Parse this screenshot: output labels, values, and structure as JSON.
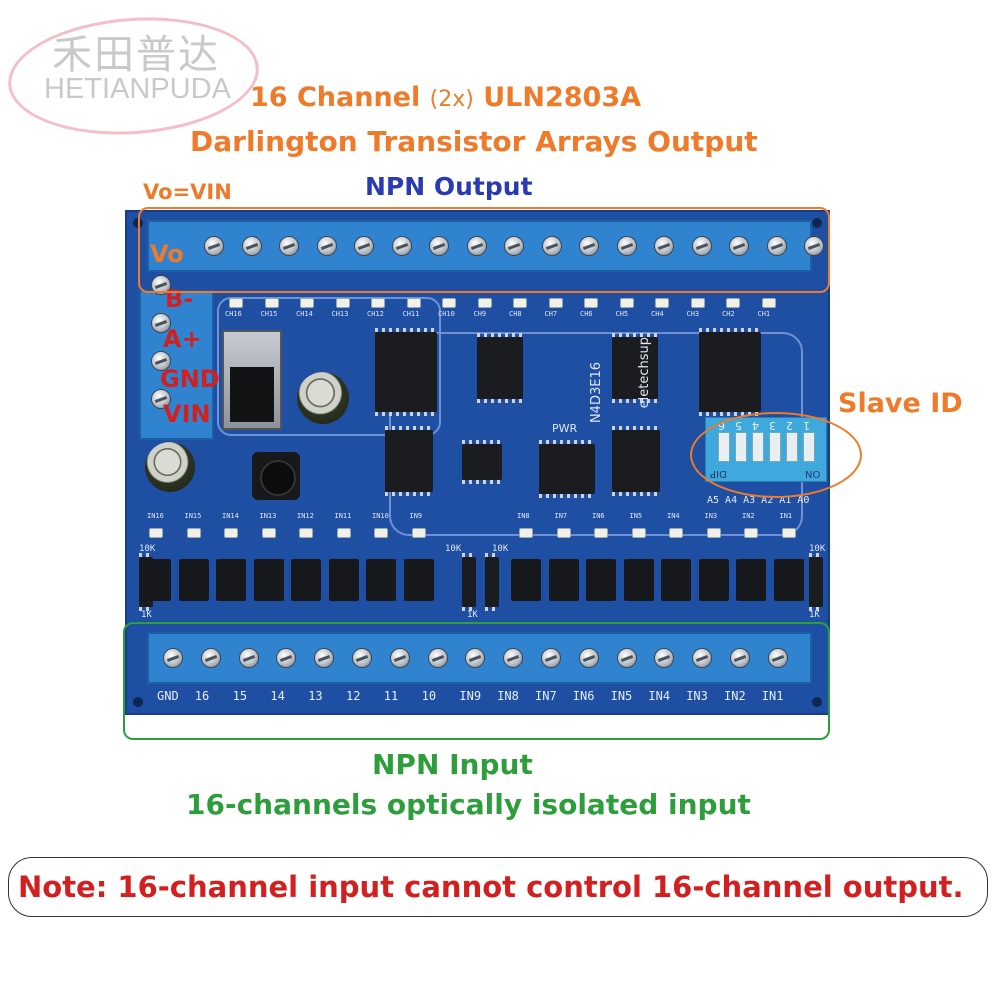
{
  "watermark": {
    "cn": "禾田普达",
    "en": "HETIANPUDA"
  },
  "title": {
    "line1_a": "16 Channel",
    "line1_b": "(2x)",
    "line1_c": "ULN2803A",
    "line2": "Darlington Transistor Arrays Output"
  },
  "labels": {
    "vo_vin": "Vo=VIN",
    "npn_output": "NPN Output",
    "slave_id": "Slave ID",
    "npn_input": "NPN Input",
    "isolated": "16-channels optically isolated input",
    "note": "Note: 16-channel input cannot control 16-channel output."
  },
  "power_terms": [
    "Vo",
    "B-",
    "A+",
    "GND",
    "VIN"
  ],
  "board_text": {
    "brand": "eletechsup",
    "model": "N4D3E16",
    "pwr": "PWR",
    "dip": "DIP",
    "on": "ON"
  },
  "dip_numbers": [
    "6",
    "5",
    "4",
    "3",
    "2",
    "1"
  ],
  "dip_addr": "A5 A4 A3 A2 A1 A0",
  "output_channels": [
    "CH16",
    "CH15",
    "CH14",
    "CH13",
    "CH12",
    "CH11",
    "CH10",
    "CH9",
    "CH8",
    "CH7",
    "CH6",
    "CH5",
    "CH4",
    "CH3",
    "CH2",
    "CH1"
  ],
  "input_leds": [
    "IN16",
    "IN15",
    "IN14",
    "IN13",
    "IN12",
    "IN11",
    "IN10",
    "IN9",
    "IN8",
    "IN7",
    "IN6",
    "IN5",
    "IN4",
    "IN3",
    "IN2",
    "IN1"
  ],
  "input_terms": [
    "GND",
    "16",
    "15",
    "14",
    "13",
    "12",
    "11",
    "10",
    "IN9",
    "IN8",
    "IN7",
    "IN6",
    "IN5",
    "IN4",
    "IN3",
    "IN2",
    "IN1"
  ],
  "resistor_labels": [
    "10K",
    "10K",
    "10K",
    "1K",
    "1K",
    "10K",
    "1K"
  ],
  "colors": {
    "orange": "#ee7a2a",
    "blue": "#2a3bb0",
    "green": "#2e9e3c",
    "red": "#d22020",
    "pcb": "#1e4fa3"
  }
}
